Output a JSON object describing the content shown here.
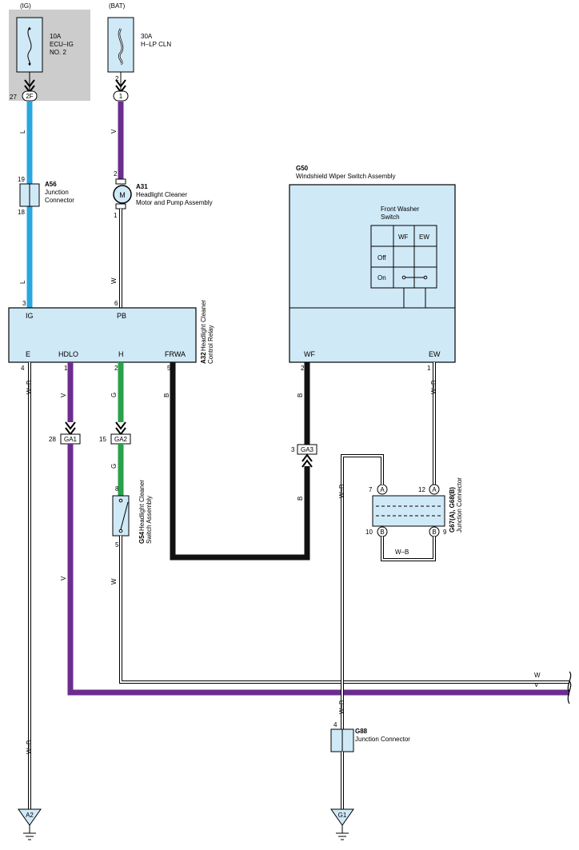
{
  "colors": {
    "wire_L": "#2aa7df",
    "wire_V": "#6b2d8e",
    "wire_G": "#27a24a",
    "wire_B": "#111111",
    "component_fill": "#cfe9f7",
    "fuse_box_gray": "#cccccc"
  },
  "sources": {
    "ig": {
      "label": "(IG)",
      "fuse_amp": "10A",
      "fuse_name_1": "ECU–IG",
      "fuse_name_2": "NO. 2",
      "pin_left": "27",
      "conn": "2F"
    },
    "bat": {
      "label": "(BAT)",
      "fuse_amp": "30A",
      "fuse_name_1": "H–LP CLN",
      "pin_left": "2",
      "conn": "1"
    }
  },
  "components": {
    "a56": {
      "code": "A56",
      "name_1": "Junction",
      "name_2": "Connector",
      "pin_top": "19",
      "pin_bottom": "18"
    },
    "a31": {
      "code": "A31",
      "name_1": "Headlight Cleaner",
      "name_2": "Motor and Pump Assembly",
      "pin_top": "2",
      "pin_bottom": "1",
      "symbol": "M"
    },
    "a32": {
      "code": "A32",
      "name_1": "Headlight Cleaner",
      "name_2": "Control Relay",
      "top_pins": [
        {
          "num": "3",
          "term": "IG"
        },
        {
          "num": "6",
          "term": "PB"
        }
      ],
      "bottom_pins": [
        {
          "num": "4",
          "term": "E"
        },
        {
          "num": "1",
          "term": "HDLO"
        },
        {
          "num": "2",
          "term": "H"
        },
        {
          "num": "5",
          "term": "FRWA"
        }
      ]
    },
    "g50": {
      "code": "G50",
      "name": "Windshield Wiper Switch Assembly",
      "switch_title_1": "Front Washer",
      "switch_title_2": "Switch",
      "col_headers": [
        "WF",
        "EW"
      ],
      "rows": [
        "Off",
        "On"
      ],
      "bottom_pins": [
        {
          "num": "2",
          "term": "WF"
        },
        {
          "num": "1",
          "term": "EW"
        }
      ]
    },
    "g54": {
      "code": "G54",
      "name_1": "Headlight Cleaner",
      "name_2": "Switch Assembly",
      "pin_top": "8",
      "pin_bottom": "5"
    },
    "g67": {
      "code": "G67(A), G68(B)",
      "name": "Junction Connector",
      "pins": [
        {
          "num": "7",
          "conn": "A"
        },
        {
          "num": "12",
          "conn": "A"
        },
        {
          "num": "10",
          "conn": "B"
        },
        {
          "num": "9",
          "conn": "B"
        }
      ]
    },
    "g88": {
      "code": "G88",
      "name": "Junction Connector",
      "pin": "4"
    }
  },
  "connectors": {
    "ga1": {
      "pin": "28",
      "name": "GA1"
    },
    "ga2": {
      "pin": "15",
      "name": "GA2"
    },
    "ga3": {
      "pin": "3",
      "name": "GA3"
    }
  },
  "wire_labels": {
    "L": "L",
    "V": "V",
    "W": "W",
    "G": "G",
    "B": "B",
    "WB": "W–B"
  },
  "grounds": {
    "a2": "A2",
    "g1": "G1"
  }
}
